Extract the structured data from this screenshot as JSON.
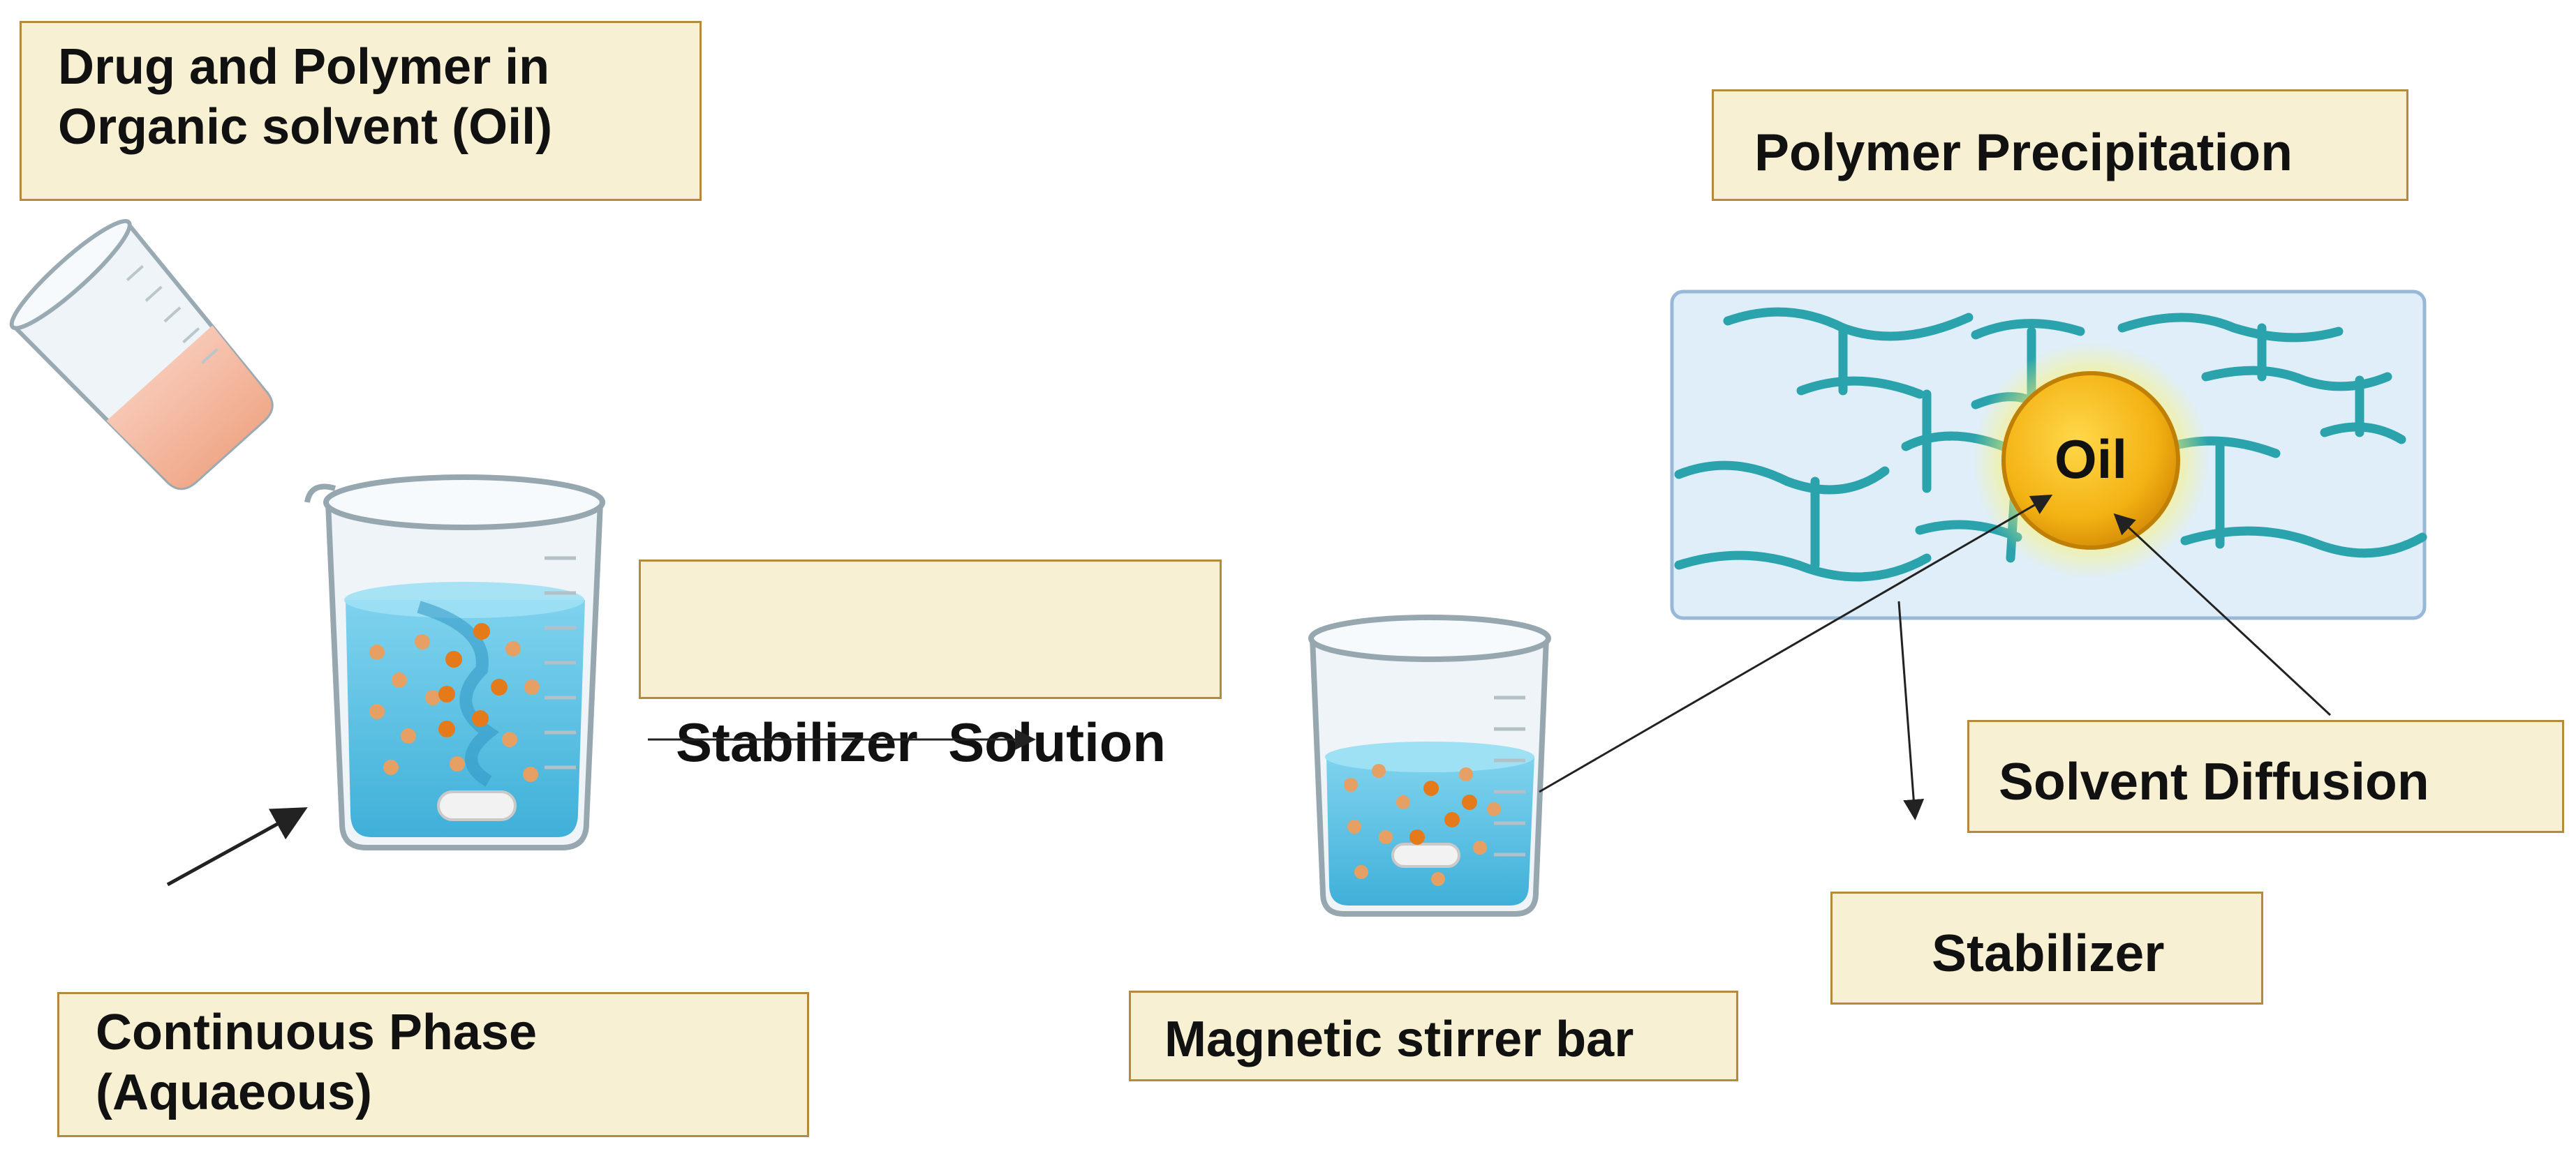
{
  "labels": {
    "drug_polymer": [
      "Drug and Polymer in",
      "Organic solvent (Oil)"
    ],
    "polymer_precipitation": "Polymer Precipitation",
    "stabilizer_solution": "Stabilizer  Solution",
    "continuous_phase": [
      "Continuous Phase",
      "(Aquaeous)"
    ],
    "magnetic_stirrer_bar": "Magnetic stirrer bar",
    "solvent_diffusion": "Solvent Diffusion",
    "stabilizer": "Stabilizer",
    "oil_droplet": "Oil"
  },
  "colors": {
    "label_fill": "#f7f0d2",
    "label_border": "#b58a3c",
    "water": "#5fc3e4",
    "polymer_chain": "#2aa3ad",
    "oil": "#f3b213",
    "particle": "#e68a2e",
    "panel": "#dfeef9"
  }
}
